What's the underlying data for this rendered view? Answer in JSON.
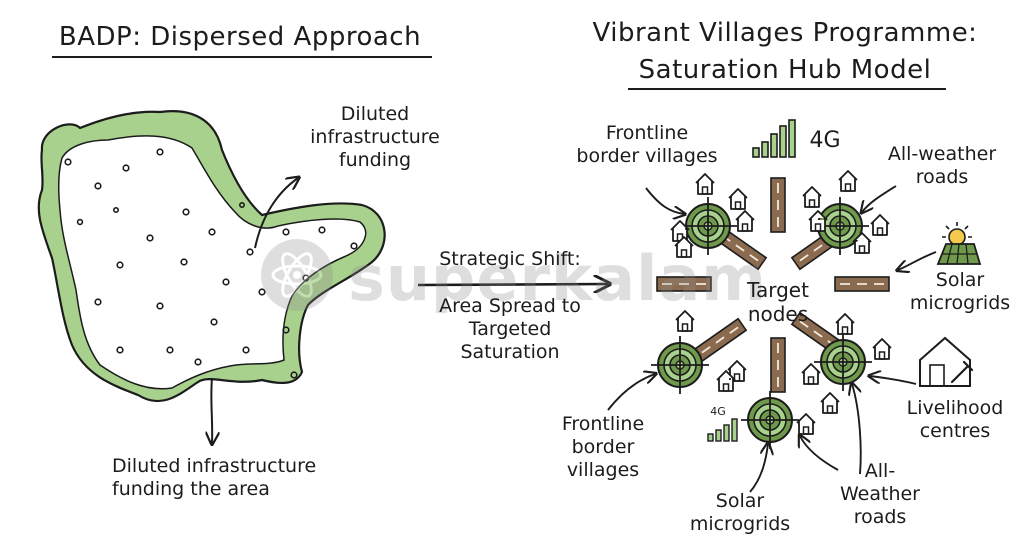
{
  "left": {
    "title": "BADP: Dispersed Approach",
    "callout_top": "Diluted\ninfrastructure\nfunding",
    "callout_bottom": "Diluted infrastructure\nfunding the area"
  },
  "middle": {
    "shift_label": "Strategic Shift:",
    "shift_sub": "Area Spread to\nTargeted\nSaturation"
  },
  "right": {
    "title_line1": "Vibrant Villages Programme:",
    "title_line2": "Saturation Hub Model",
    "center": "Target\nnodes",
    "network_top": "4G",
    "network_small": "4G",
    "labels": {
      "frontline_top": "Frontline\nborder villages",
      "roads_top": "All-weather\nroads",
      "solar_right": "Solar\nmicrogrids",
      "livelihood": "Livelihood\ncentres",
      "roads_bottom": "All-\nWeather\nroads",
      "solar_bottom": "Solar\nmicrogrids",
      "frontline_bottom": "Frontline\nborder\nvillages"
    }
  },
  "watermark": "superkalam",
  "colors": {
    "accent_green": "#a9d18e",
    "hub_green": "#6f9a4c",
    "road_brown": "#8b6b4f",
    "ink": "#1c1c1c"
  }
}
